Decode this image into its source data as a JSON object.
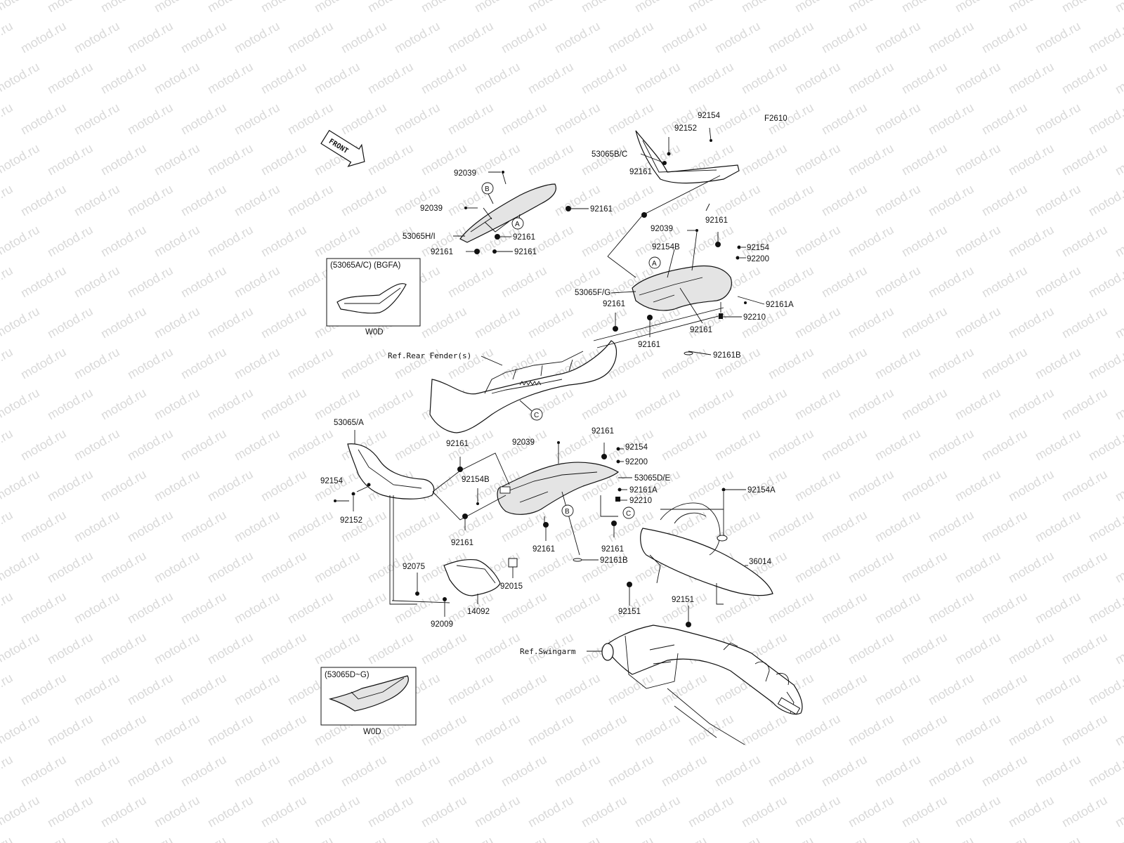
{
  "diagram": {
    "code": "F2610",
    "front_label": "FRONT",
    "watermark": "motod.ru",
    "labels": {
      "p92154_top": "92154",
      "p92152_top": "92152",
      "p53065bc": "53065B/C",
      "p92039_a": "92039",
      "p92039_b": "92039",
      "p53065hi": "53065H/I",
      "p92161_a": "92161",
      "p92161_b": "92161",
      "p92161_c": "92161",
      "p92161_d": "92161",
      "p92161_e": "92161",
      "p92039_c": "92039",
      "p92161_f": "92161",
      "p92154b_a": "92154B",
      "p92154_r": "92154",
      "p92200_r": "92200",
      "p53065fg": "53065F/G",
      "p92161a_r": "92161A",
      "p92161_g": "92161",
      "p92210_r": "92210",
      "p92161_h": "92161",
      "p92161_i": "92161",
      "p92161b_r": "92161B",
      "ref_rear_fender": "Ref.Rear Fender(s)",
      "p53065a": "53065/A",
      "p92161_j": "92161",
      "p92039_d": "92039",
      "p92161_k": "92161",
      "p92154_m": "92154",
      "p92200_m": "92200",
      "p92154b_m": "92154B",
      "p53065de": "53065D/E",
      "p92161a_m": "92161A",
      "p92210_m": "92210",
      "p92154_l": "92154",
      "p92152_l": "92152",
      "p92154a": "92154A",
      "p92161_l": "92161",
      "p92161_m": "92161",
      "p92161_n": "92161",
      "p92161b_m": "92161B",
      "p36014": "36014",
      "p92075": "92075",
      "p92015": "92015",
      "p14092": "14092",
      "p92009": "92009",
      "p92151_a": "92151",
      "p92151_b": "92151",
      "ref_swingarm": "Ref.Swingarm",
      "box1_title": "(53065A/C) (BGFA)",
      "box1_sub": "W0D",
      "box2_title": "(53065D~G)",
      "box2_sub": "W0D",
      "circ_a1": "A",
      "circ_a2": "A",
      "circ_b1": "B",
      "circ_b2": "B",
      "circ_c1": "C",
      "circ_c2": "C"
    }
  }
}
